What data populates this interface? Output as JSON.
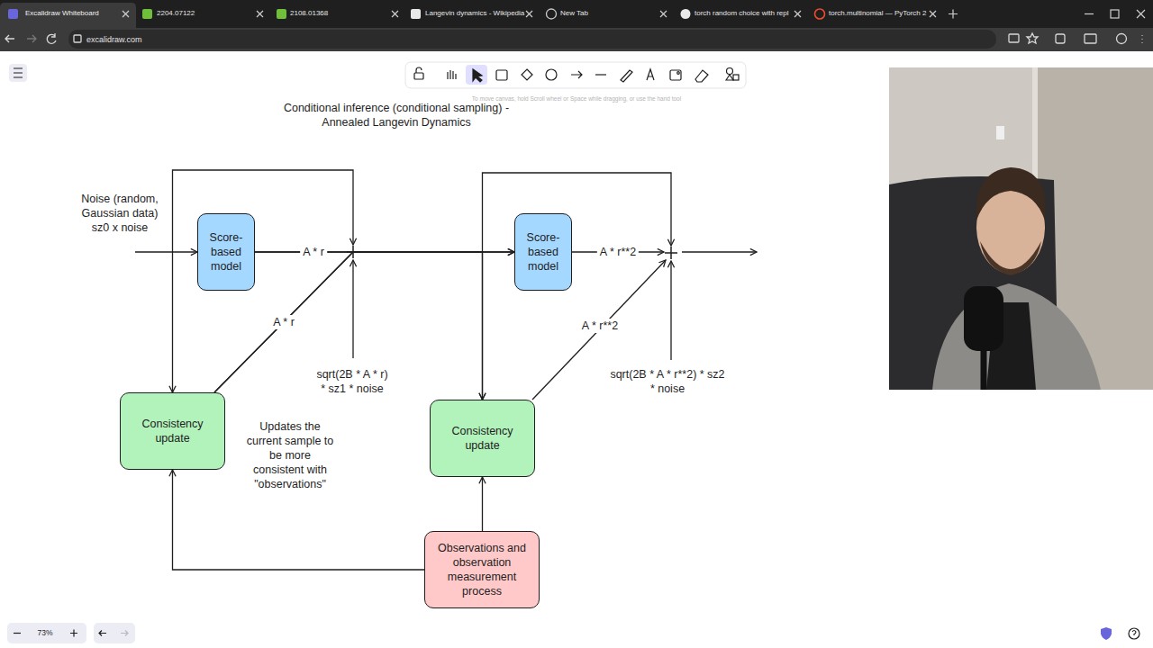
{
  "diagram": {
    "title": "Conditional inference (conditional sampling) - Annealed Langevin Dynamics",
    "nodes": [
      {
        "text": [
          "Score-based model"
        ]
      },
      {
        "text": [
          "Score-based model"
        ]
      },
      {
        "text": [
          "Consistency update"
        ]
      },
      {
        "text": [
          "Consistency update"
        ]
      },
      {
        "text": [
          "Observations and observation measurement process"
        ]
      }
    ],
    "edges": [
      {
        "from": 0,
        "to": 1,
        "arrow": "to",
        "label": "A * r"
      },
      {
        "from": 0,
        "to": 3,
        "arrow": "to"
      },
      {
        "from": 2,
        "to": 1,
        "arrow": "to",
        "label": "A * r"
      },
      {
        "from": 2,
        "to": 3,
        "arrow": "to"
      },
      {
        "from": 4,
        "to": 2,
        "arrow": "to"
      },
      {
        "from": 4,
        "to": 3,
        "arrow": "to"
      }
    ],
    "labels": [
      "Excalidraw Whiteboard",
      "2204.07122",
      "2108.01368",
      "Langevin dynamics - Wikipedia",
      "New Tab",
      "torch random choice with repl",
      "torch.multinomial — PyTorch 2",
      "excalidraw.com",
      "To move canvas, hold Scroll wheel or Space while dragging, or use the hand tool",
      "Noise (random, Gaussian data) sz0 x noise",
      "sqrt(2B * A * r) * sz1 * noise",
      "A * r**2",
      "A * r**2",
      "sqrt(2B * A * r**2) * sz2 * noise",
      "Updates the current sample to be more consistent with \"observations\"",
      "73%"
    ]
  }
}
